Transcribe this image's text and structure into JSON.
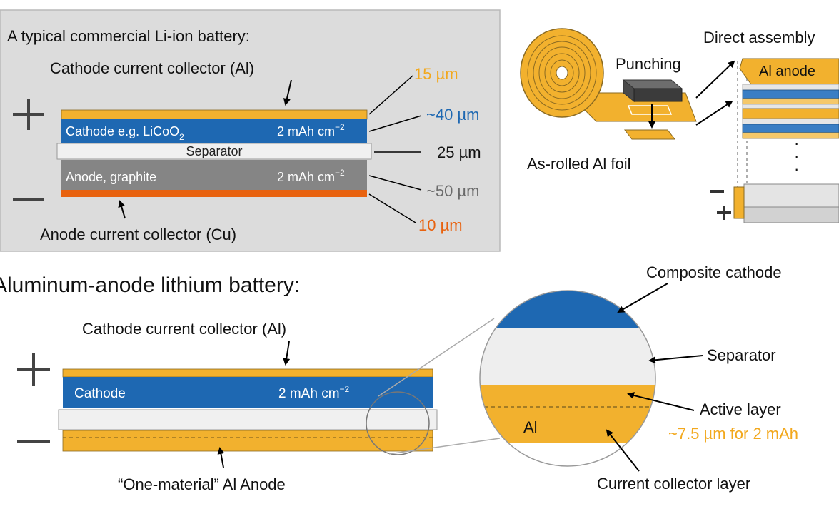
{
  "colors": {
    "panel_bg": "#dcdcdc",
    "panel_border": "#b9b9b9",
    "aluminum": "#f2b12e",
    "cathode_blue": "#1e68b2",
    "separator": "#eeeeee",
    "graphite": "#858585",
    "copper": "#e8620f",
    "orange_text": "#f2a81d",
    "blue_text": "#1e68b2",
    "gray_text": "#6a6a6a",
    "copper_text": "#e8620f"
  },
  "typical": {
    "title": "A typical commercial Li-ion battery:",
    "cathode_cc_label": "Cathode current collector (Al)",
    "plus": "+",
    "minus": "−",
    "cathode_label": "Cathode e.g. LiCoO",
    "cathode_sub": "2",
    "cathode_capacity": "2 mAh cm",
    "capacity_exp": "−2",
    "separator_label": "Separator",
    "anode_label": "Anode, graphite",
    "anode_capacity": "2 mAh cm",
    "anode_cc_label": "Anode current collector (Cu)",
    "thickness_al": "15 µm",
    "thickness_cathode": "~40 µm",
    "thickness_separator": "25 µm",
    "thickness_anode": "~50 µm",
    "thickness_cu": "10 µm"
  },
  "assembly": {
    "punching_label": "Punching",
    "foil_label": "As-rolled Al foil",
    "direct_label": "Direct assembly",
    "al_anode_label": "Al anode",
    "dots": "·",
    "minus": "−",
    "plus": "+"
  },
  "al_battery": {
    "title": "Aluminum-anode lithium battery:",
    "cathode_cc_label": "Cathode current collector (Al)",
    "plus": "+",
    "minus": "−",
    "cathode_label": "Cathode",
    "cathode_capacity": "2 mAh cm",
    "capacity_exp": "−2",
    "anode_label": "“One-material” Al Anode"
  },
  "zoom": {
    "composite_cathode": "Composite cathode",
    "separator": "Separator",
    "active_layer": "Active layer",
    "active_thickness": "~7.5 µm for 2 mAh",
    "al_label": "Al",
    "current_collector_layer": "Current collector layer"
  }
}
